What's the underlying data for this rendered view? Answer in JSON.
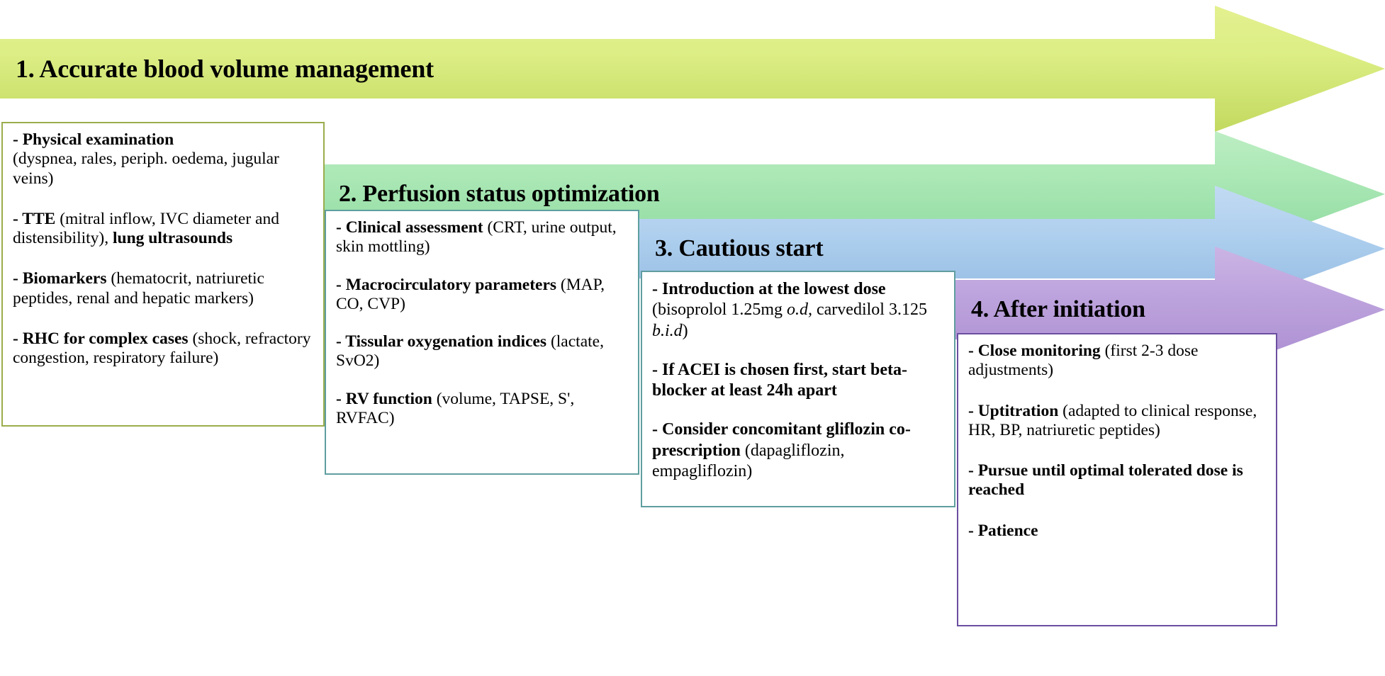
{
  "diagram": {
    "type": "process-flow-arrows",
    "title_font_style": "serif-bold",
    "steps": [
      {
        "number": "1.",
        "heading": "1. Accurate blood volume management",
        "arrow_color": "#dcee85",
        "border_color": "#9aad4d",
        "entries": [
          {
            "bold": "- Physical examination",
            "normal": "",
            "detail": "(dyspnea, rales, periph. oedema, jugular veins)"
          },
          {
            "bold": "- TTE",
            "normal": " (mitral inflow, IVC diameter and distensibility), ",
            "bold2": "lung ultrasounds"
          },
          {
            "bold": "- Biomarkers",
            "normal": " (hematocrit, natriuretic peptides, renal and hepatic markers)"
          },
          {
            "bold": "- RHC for complex cases",
            "normal": " (shock, refractory congestion, respiratory failure)"
          }
        ]
      },
      {
        "number": "2.",
        "heading": "2. Perfusion status optimization",
        "arrow_color": "#a9e7b4",
        "border_color": "#5f9ea0",
        "entries": [
          {
            "bold": "- Clinical assessment",
            "normal": " (CRT, urine output, skin mottling)"
          },
          {
            "bold": "- Macrocirculatory parameters",
            "normal": " (MAP, CO, CVP)"
          },
          {
            "bold": "- Tissular oxygenation indices",
            "normal": " (lactate, SvO2)"
          },
          {
            "bold": "- RV function",
            "normal": " (volume, TAPSE, S', RVFAC)"
          }
        ]
      },
      {
        "number": "3.",
        "heading": "3. Cautious start",
        "arrow_color": "#aecfee",
        "border_color": "#5f9ea0",
        "entries": [
          {
            "bold": "- Introduction at the lowest dose",
            "normal": " (bisoprolol 1.25mg ",
            "italic": "o.d,",
            "normal2": " carvedilol 3.125 ",
            "italic2": "b.i.d",
            "normal3": ")"
          },
          {
            "bold": "- If ACEI is chosen first, start beta-blocker at least 24h apart",
            "normal": ""
          },
          {
            "bold": "- Consider concomitant gliflozin co-prescription",
            "normal": " (dapagliflozin, empagliflozin)"
          }
        ]
      },
      {
        "number": "4.",
        "heading": "4. After initiation",
        "arrow_color": "#bda3dd",
        "border_color": "#6b4fa0",
        "entries": [
          {
            "bold": "- Close monitoring",
            "normal": " (first 2-3 dose adjustments)"
          },
          {
            "bold": "- Uptitration",
            "normal": " (adapted to clinical response, HR, BP, natriuretic peptides)"
          },
          {
            "bold": "- Pursue until optimal tolerated dose is reached",
            "normal": ""
          },
          {
            "bold": "- Patience",
            "normal": ""
          }
        ]
      }
    ]
  }
}
